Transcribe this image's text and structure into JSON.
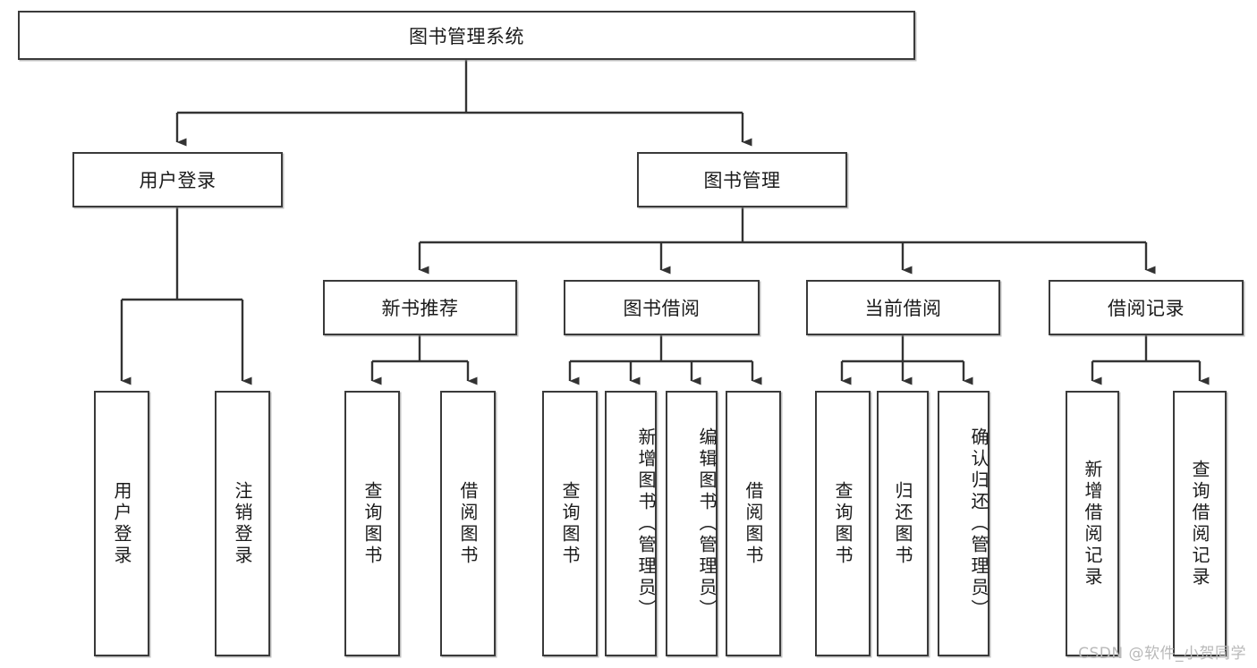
{
  "diagram": {
    "title": "图书管理系统",
    "type": "tree-hierarchy-diagram",
    "colors": {
      "box_border": "#3a3a3a",
      "box_fill": "#ffffff",
      "connector": "#333333",
      "text": "#1b1b1b",
      "watermark": "#b9b9b9",
      "background": "#ffffff"
    },
    "root": {
      "label": "图书管理系统"
    },
    "level2": [
      {
        "label": "用户登录"
      },
      {
        "label": "图书管理"
      }
    ],
    "level3": [
      {
        "label": "新书推荐"
      },
      {
        "label": "图书借阅"
      },
      {
        "label": "当前借阅"
      },
      {
        "label": "借阅记录"
      }
    ],
    "leaves": {
      "user_login": [
        {
          "label": "用户登录"
        },
        {
          "label": "注销登录"
        }
      ],
      "new_book_recommend": [
        {
          "label": "查询图书"
        },
        {
          "label": "借阅图书"
        }
      ],
      "book_borrow": [
        {
          "label": "查询图书"
        },
        {
          "label": "新增图书（管理员）"
        },
        {
          "label": "编辑图书（管理员）"
        },
        {
          "label": "借阅图书"
        }
      ],
      "current_borrow": [
        {
          "label": "查询图书"
        },
        {
          "label": "归还图书"
        },
        {
          "label": "确认归还（管理员）"
        }
      ],
      "borrow_record": [
        {
          "label": "新增借阅记录"
        },
        {
          "label": "查询借阅记录"
        }
      ]
    }
  },
  "watermark": {
    "text": "CSDN @软件_小贺同学"
  }
}
